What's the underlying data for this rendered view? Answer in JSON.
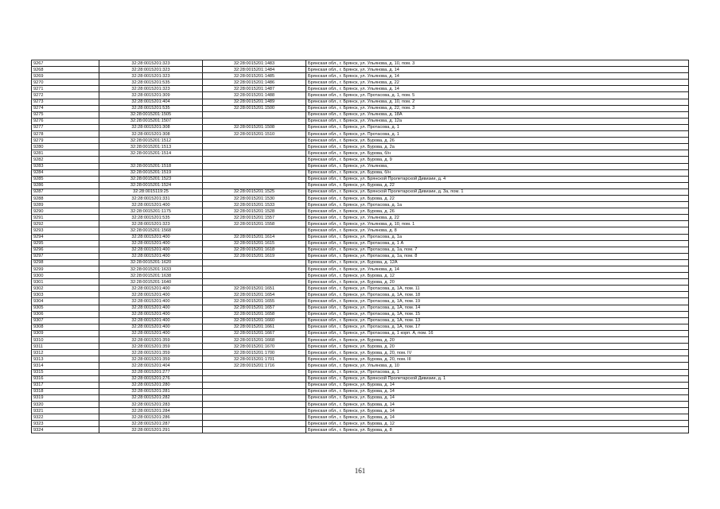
{
  "rows": [
    [
      "9267",
      "32:28:0015201:323",
      "32:28:0015201:1483",
      "Брянская обл., г. Брянск, ул. Ульянова, д. 10, пом. 3"
    ],
    [
      "9268",
      "32:28:0015201:323",
      "32:28:0015201:1484",
      "Брянская обл., г. Брянск, ул. Ульянова, д. 14"
    ],
    [
      "9269",
      "32:28:0015201:323",
      "32:28:0015201:1485",
      "Брянская обл., г. Брянск, ул. Ульянова, д. 14"
    ],
    [
      "9270",
      "32:28:0015201:535",
      "32:28:0015201:1486",
      "Брянская обл., г. Брянск, ул. Ульянова, д. 22"
    ],
    [
      "9271",
      "32:28:0015201:323",
      "32:28:0015201:1487",
      "Брянская обл., г. Брянск, ул. Ульянова, д. 14"
    ],
    [
      "9272",
      "32:28:0015201:309",
      "32:28:0015201:1488",
      "Брянская обл., г. Брянск, ул. Протасова, д. 1, пом. 5"
    ],
    [
      "9273",
      "32:28:0015201:404",
      "32:28:0015201:1489",
      "Брянская обл., г. Брянск, ул. Ульянова, д. 10, пом. 2"
    ],
    [
      "9274",
      "32:28:0015201:535",
      "32:28:0015201:1500",
      "Брянская обл., г. Брянск, ул. Ульянова, д. 22, пом. 3"
    ],
    [
      "9275",
      "32:28:0015201:1505",
      "",
      "Брянская обл., г. Брянск, ул. Ульянова, д. 18А"
    ],
    [
      "9276",
      "32:28:0015201:1507",
      "",
      "Брянская обл., г. Брянск, ул. Ульянова, д. 12а"
    ],
    [
      "9277",
      "32:28:0015201:308",
      "32:28:0015201:1508",
      "Брянская обл., г. Брянск, ул. Протасова, д. 1"
    ],
    [
      "9278",
      "32:28:0015201:308",
      "32:28:0015201:1510",
      "Брянская обл., г. Брянск, ул. Протасова, д. 1"
    ],
    [
      "9279",
      "32:28:0015201:1512",
      "",
      "Брянская обл., г. Брянск, ул. Бурова, д. 26"
    ],
    [
      "9280",
      "32:28:0015201:1513",
      "",
      "Брянская обл., г. Брянск, ул. Бурова, д. 2а"
    ],
    [
      "9281",
      "32:28:0015201:1514",
      "",
      "Брянская обл., г. Брянск, ул. Бурова, б/н"
    ],
    [
      "9282",
      "",
      "",
      "Брянская обл., г. Брянск, ул. Бурова, д. 9"
    ],
    [
      "9283",
      "32:28:0015201:1518",
      "",
      "Брянская обл., г. Брянск, ул. Ульянова,"
    ],
    [
      "9284",
      "32:28:0015201:1519",
      "",
      "Брянская обл., г. Брянск, ул. Бурова, б/н"
    ],
    [
      "9285",
      "32:28:0015201:1523",
      "",
      "Брянская обл., г. Брянск, ул. Брянской Пролетарской Дивизии, д. 4"
    ],
    [
      "9286",
      "32:28:0015201:1524",
      "",
      "Брянская обл., г. Брянск, ул. Бурова, д. 22"
    ],
    [
      "9287",
      "32:28:0015119:25",
      "32:28:0015201:1525",
      "Брянская обл., г. Брянск, ул. Брянской Пролетарской Дивизии, д. 3а, пом. 1"
    ],
    [
      "9288",
      "32:28:0015201:331",
      "32:28:0015201:1530",
      "Брянская обл., г. Брянск, ул. Бурова, д. 22"
    ],
    [
      "9289",
      "32:28:0015201:400",
      "32:28:0015201:1533",
      "Брянская обл., г. Брянск, ул. Протасова, д. 1а"
    ],
    [
      "9290",
      "32:28:0015201:1175",
      "32:28:0015201:1528",
      "Брянская обл., г. Брянск, ул. Бурова, д. 26"
    ],
    [
      "9291",
      "32:28:0015201:535",
      "32:28:0015201:1557",
      "Брянская обл., г. Брянск, ул. Ульянова, д. 22"
    ],
    [
      "9292",
      "32:28:0015201:323",
      "32:28:0015201:1558",
      "Брянская обл., г. Брянск, ул. Ульянова, д. 10, пом. 1"
    ],
    [
      "9293",
      "32:28:0015201:1568",
      "",
      "Брянская обл., г. Брянск, ул. Ульянова, д. 8"
    ],
    [
      "9294",
      "32:28:0015201:400",
      "32:28:0015201:1614",
      "Брянская обл., г. Брянск, ул. Протасова, д. 1а"
    ],
    [
      "9295",
      "32:28:0015201:400",
      "32:28:0015201:1615",
      "Брянская обл., г. Брянск, ул. Протасова, д. 1 А"
    ],
    [
      "9296",
      "32:28:0015201:400",
      "32:28:0015201:1618",
      "Брянская обл., г. Брянск, ул. Протасова, д. 1а, пом. 7"
    ],
    [
      "9297",
      "32:28:0015201:400",
      "32:28:0015201:1619",
      "Брянская обл., г. Брянск, ул. Протасова, д. 1а, пом. 8"
    ],
    [
      "9298",
      "32:28:0015201:1620",
      "",
      "Брянская обл., г. Брянск, ул. Бурова, д. 12А"
    ],
    [
      "9299",
      "32:28:0015201:1633",
      "",
      "Брянская обл., г. Брянск, ул. Ульянова, д. 14"
    ],
    [
      "9300",
      "32:28:0015201:1638",
      "",
      "Брянская обл., г. Брянск, ул. Бурова, д. 12"
    ],
    [
      "9301",
      "32:28:0015201:1640",
      "",
      "Брянская обл., г. Брянск, ул. Бурова, д. 20"
    ],
    [
      "9302",
      "32:28:0015201:400",
      "32:28:0015201:1651",
      "Брянская обл., г. Брянск, ул. Протасова, д. 1А, пом. 11"
    ],
    [
      "9303",
      "32:28:0015201:400",
      "32:28:0015201:1654",
      "Брянская обл., г. Брянск, ул. Протасова, д. 1А, пом. 18"
    ],
    [
      "9304",
      "32:28:0015201:400",
      "32:28:0015201:1655",
      "Брянская обл., г. Брянск, ул. Протасова, д. 1А, пом. 19"
    ],
    [
      "9305",
      "32:28:0015201:400",
      "32:28:0015201:1657",
      "Брянская обл., г. Брянск, ул. Протасова, д. 1А, пом. 14"
    ],
    [
      "9306",
      "32:28:0015201:400",
      "32:28:0015201:1658",
      "Брянская обл., г. Брянск, ул. Протасова, д. 1А, пом. 15"
    ],
    [
      "9307",
      "32:28:0015201:400",
      "32:28:0015201:1660",
      "Брянская обл., г. Брянск, ул. Протасова, д. 1А, пом. 13"
    ],
    [
      "9308",
      "32:28:0015201:400",
      "32:28:0015201:1661",
      "Брянская обл., г. Брянск, ул. Протасова, д. 1А, пом. 17"
    ],
    [
      "9309",
      "32:28:0015201:400",
      "32:28:0015201:1667",
      "Брянская обл., г. Брянск, ул. Протасова, д. 1 корп. А, пом. 16"
    ],
    [
      "9310",
      "32:28:0015201:359",
      "32:28:0015201:1668",
      "Брянская обл., г. Брянск, ул. Бурова, д. 20"
    ],
    [
      "9311",
      "32:28:0015201:359",
      "32:28:0015201:1670",
      "Брянская обл., г. Брянск, ул. Бурова, д. 20"
    ],
    [
      "9312",
      "32:28:0015201:359",
      "32:28:0015201:1700",
      "Брянская обл., г. Брянск, ул. Бурова, д. 20, пом. IV"
    ],
    [
      "9313",
      "32:28:0015201:359",
      "32:28:0015201:1701",
      "Брянская обл., г. Брянск, ул. Бурова, д. 20, пом. III"
    ],
    [
      "9314",
      "32:28:0015201:404",
      "32:28:0015201:1716",
      "Брянская обл., г. Брянск, ул. Ульянова, д. 10"
    ],
    [
      "9315",
      "32:28:0015201:277",
      "",
      "Брянская обл., г. Брянск, ул. Протасова, д. 1"
    ],
    [
      "9316",
      "32:28:0015201:276",
      "",
      "Брянская обл., г. Брянск, ул. Брянской Пролетарской Дивизии, д. 1"
    ],
    [
      "9317",
      "32:28:0015201:280",
      "",
      "Брянская обл., г. Брянск, ул. Бурова, д. 14"
    ],
    [
      "9318",
      "32:28:0015201:281",
      "",
      "Брянская обл., г. Брянск, ул. Бурова, д. 14"
    ],
    [
      "9319",
      "32:28:0015201:282",
      "",
      "Брянская обл., г. Брянск, ул. Бурова, д. 14"
    ],
    [
      "9320",
      "32:28:0015201:283",
      "",
      "Брянская обл., г. Брянск, ул. Бурова, д. 14"
    ],
    [
      "9321",
      "32:28:0015201:284",
      "",
      "Брянская обл., г. Брянск, ул. Бурова, д. 14"
    ],
    [
      "9322",
      "32:28:0015201:286",
      "",
      "Брянская обл., г. Брянск, ул. Бурова, д. 14"
    ],
    [
      "9323",
      "32:28:0015201:287",
      "",
      "Брянская обл., г. Брянск, ул. Бурова, д. 12"
    ],
    [
      "9324",
      "32:28:0015201:291",
      "",
      "Брянская обл., г. Брянск, ул. Бурова, д. 8"
    ]
  ],
  "page_number": "161"
}
